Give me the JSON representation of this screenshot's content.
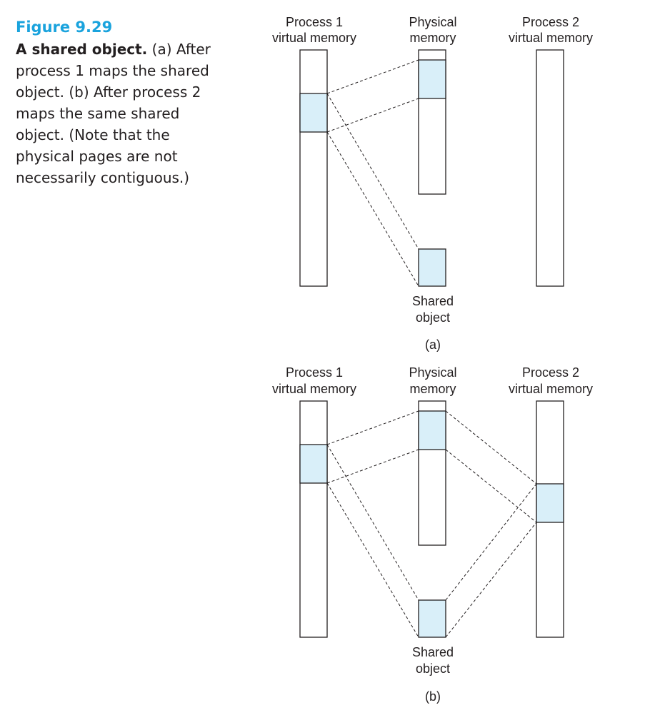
{
  "caption": {
    "figure_number": "Figure 9.29",
    "lead": "A shared object.",
    "text": "(a) After process 1 maps the shared object. (b) After process 2 maps the same shared object. (Note that the physical pages are not necessarily contiguous.)"
  },
  "panel_a": {
    "process1_label": [
      "Process 1",
      "virtual memory"
    ],
    "physical_label": [
      "Physical",
      "memory"
    ],
    "process2_label": [
      "Process 2",
      "virtual memory"
    ],
    "shared_label": [
      "Shared",
      "object"
    ],
    "sublabel": "(a)"
  },
  "panel_b": {
    "process1_label": [
      "Process 1",
      "virtual memory"
    ],
    "physical_label": [
      "Physical",
      "memory"
    ],
    "process2_label": [
      "Process 2",
      "virtual memory"
    ],
    "shared_label": [
      "Shared",
      "object"
    ],
    "sublabel": "(b)"
  },
  "colors": {
    "accent": "#1aa3dd",
    "shared_fill": "#d9eff9",
    "ink": "#231f20"
  }
}
